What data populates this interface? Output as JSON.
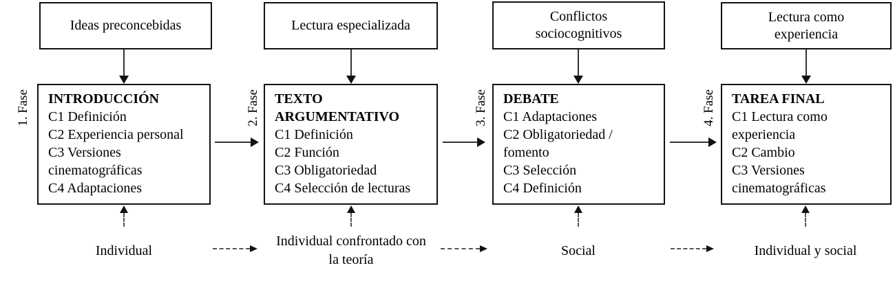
{
  "diagram": {
    "type": "flow-diagram",
    "phases": [
      {
        "phase_label": "1. Fase",
        "stimulus": "Ideas preconcebidas",
        "title": "INTRODUCCIÓN",
        "items": [
          "C1 Definición",
          "C2 Experiencia personal",
          "C3 Versiones cinematográficas",
          "C4 Adaptaciones"
        ],
        "modality": "Individual"
      },
      {
        "phase_label": "2. Fase",
        "stimulus": "Lectura especializada",
        "title": "TEXTO ARGUMENTATIVO",
        "items": [
          "C1 Definición",
          "C2 Función",
          "C3 Obligatoriedad",
          "C4 Selección de lecturas"
        ],
        "modality": "Individual confrontado con la teoría"
      },
      {
        "phase_label": "3. Fase",
        "stimulus": "Conflictos sociocognitivos",
        "title": "DEBATE",
        "items": [
          "C1 Adaptaciones",
          "C2 Obligatoriedad / fomento",
          "C3 Selección",
          "C4 Definición"
        ],
        "modality": "Social"
      },
      {
        "phase_label": "4. Fase",
        "stimulus": "Lectura como experiencia",
        "title": "TAREA FINAL",
        "items": [
          "C1 Lectura como experiencia",
          "C2 Cambio",
          "C3 Versiones cinematográficas"
        ],
        "modality": "Individual y social"
      }
    ],
    "colors": {
      "background": "#ffffff",
      "box_border": "#111111",
      "text": "#000000",
      "solid_arrow": "#333333",
      "dashed_arrow": "#555555"
    }
  }
}
